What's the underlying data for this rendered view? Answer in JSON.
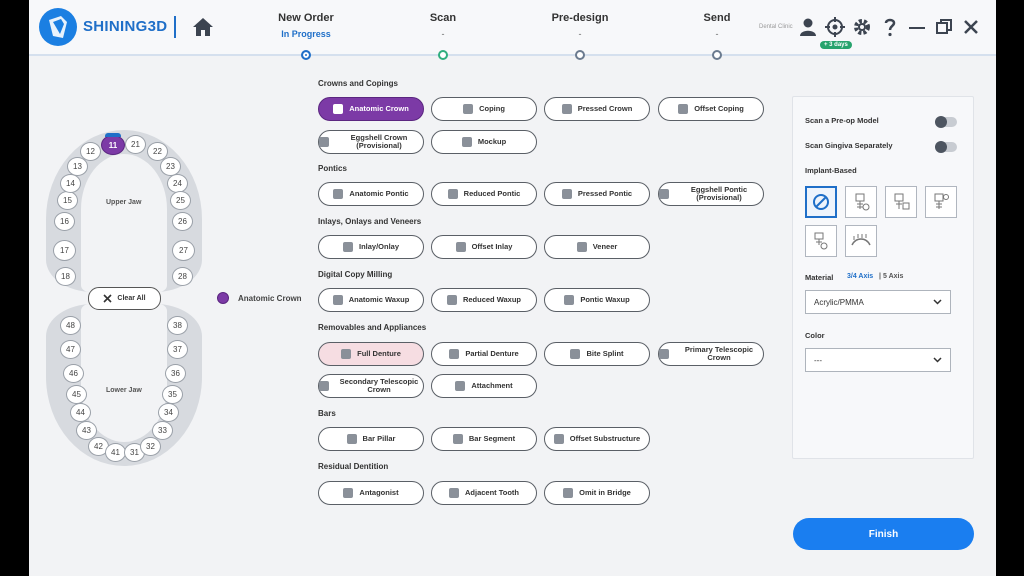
{
  "brand": {
    "name": "SHINING3D"
  },
  "steps": [
    {
      "title": "New Order",
      "status": "In Progress"
    },
    {
      "title": "Scan",
      "status": "-"
    },
    {
      "title": "Pre-design",
      "status": "-"
    },
    {
      "title": "Send",
      "status": "-"
    }
  ],
  "header": {
    "user_label": "Dental Clinic",
    "badge": "+ 3 days"
  },
  "icons": {
    "home": "home-icon",
    "user": "user-icon",
    "target": "crosshair-icon",
    "settings": "gear-icon",
    "help": "question-icon",
    "minimize": "minimize-icon",
    "restore": "restore-icon",
    "close": "close-icon"
  },
  "teeth": {
    "upper_label": "Upper Jaw",
    "lower_label": "Lower Jaw",
    "upper": [
      "18",
      "17",
      "16",
      "15",
      "14",
      "13",
      "12",
      "11",
      "21",
      "22",
      "23",
      "24",
      "25",
      "26",
      "27",
      "28"
    ],
    "lower": [
      "48",
      "47",
      "46",
      "45",
      "44",
      "43",
      "42",
      "41",
      "31",
      "32",
      "33",
      "34",
      "35",
      "36",
      "37",
      "38"
    ],
    "selected": "11",
    "clear_all": "Clear All",
    "legend": "Anatomic Crown"
  },
  "sections": {
    "crowns": {
      "title": "Crowns and Copings",
      "items": [
        "Anatomic Crown",
        "Coping",
        "Pressed Crown",
        "Offset Coping",
        "Eggshell Crown (Provisional)",
        "Mockup"
      ]
    },
    "pontics": {
      "title": "Pontics",
      "items": [
        "Anatomic Pontic",
        "Reduced Pontic",
        "Pressed Pontic",
        "Eggshell Pontic (Provisional)"
      ]
    },
    "inlays": {
      "title": "Inlays, Onlays and Veneers",
      "items": [
        "Inlay/Onlay",
        "Offset Inlay",
        "Veneer"
      ]
    },
    "copy": {
      "title": "Digital Copy Milling",
      "items": [
        "Anatomic Waxup",
        "Reduced Waxup",
        "Pontic Waxup"
      ]
    },
    "removables": {
      "title": "Removables and Appliances",
      "items": [
        "Full Denture",
        "Partial Denture",
        "Bite Splint",
        "Primary Telescopic Crown",
        "Secondary Telescopic Crown",
        "Attachment"
      ]
    },
    "bars": {
      "title": "Bars",
      "items": [
        "Bar Pillar",
        "Bar Segment",
        "Offset Substructure"
      ]
    },
    "residual": {
      "title": "Residual Dentition",
      "items": [
        "Antagonist",
        "Adjacent Tooth",
        "Omit in Bridge"
      ]
    }
  },
  "panel": {
    "preop": "Scan a Pre-op Model",
    "gingiva": "Scan Gingiva Separately",
    "implant": "Implant-Based",
    "material_label": "Material",
    "axis_a": "3/4 Axis",
    "axis_b": "5 Axis",
    "material_value": "Acrylic/PMMA",
    "color_label": "Color",
    "color_value": "---"
  },
  "finish": "Finish",
  "colors": {
    "accent": "#1a7ef0",
    "selected": "#7c3aa6",
    "badge": "#27a36d"
  }
}
